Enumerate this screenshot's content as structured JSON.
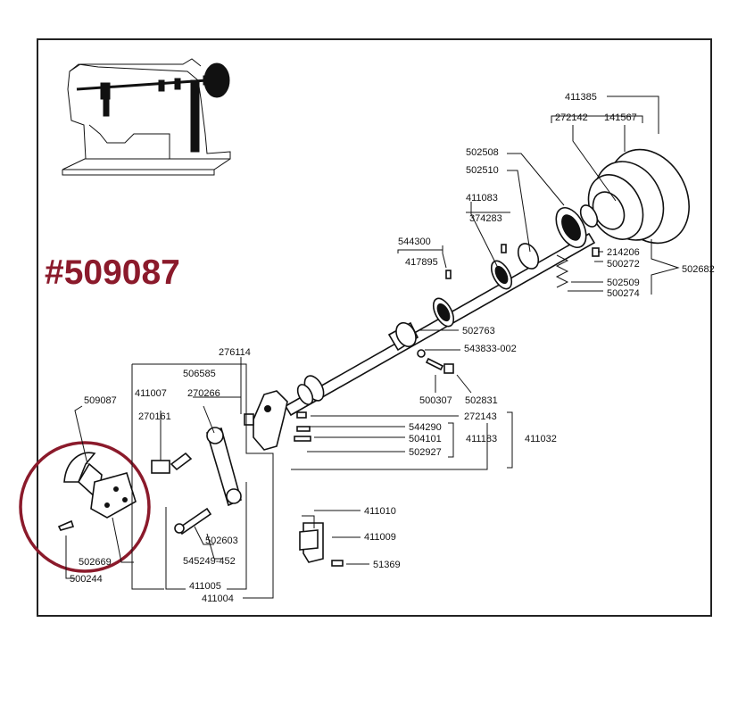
{
  "title_number": "#509087",
  "colors": {
    "title": "#8b1a2b",
    "circle": "#8b1a2b",
    "ink": "#111111",
    "frame": "#222222"
  },
  "parts": {
    "p411385": "411385",
    "p272142": "272142",
    "p141567": "141567",
    "p502508": "502508",
    "p502510": "502510",
    "p411083": "411083",
    "p374283": "374283",
    "p544300": "544300",
    "p417895": "417895",
    "p214206": "214206",
    "p500272": "500272",
    "p502682": "502682",
    "p502509": "502509",
    "p500274": "500274",
    "p502763": "502763",
    "p543833": "543833-002",
    "p500307": "500307",
    "p502831": "502831",
    "p276114": "276114",
    "p506585": "506585",
    "p411007": "411007",
    "p270266": "270266",
    "p509087": "509087",
    "p270161": "270161",
    "p272143": "272143",
    "p544290": "544290",
    "p504101": "504101",
    "p411183": "411183",
    "p411032": "411032",
    "p502927": "502927",
    "p502603": "502603",
    "p545249": "545249-452",
    "p502669": "502669",
    "p500244": "500244",
    "p411005": "411005",
    "p411004": "411004",
    "p411010": "411010",
    "p411009": "411009",
    "p51369": "51369"
  }
}
